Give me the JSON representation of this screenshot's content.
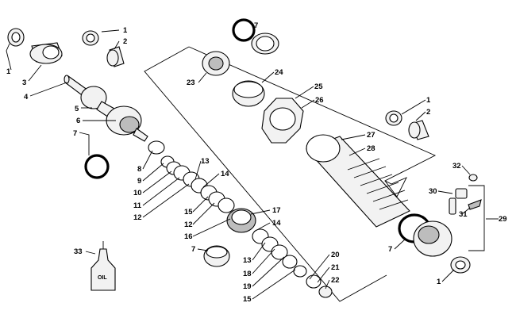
{
  "diagram": {
    "callouts": {
      "c1a": "1",
      "c1b": "1",
      "c1c": "1",
      "c1d": "1",
      "c2a": "2",
      "c2b": "2",
      "c3": "3",
      "c4": "4",
      "c5": "5",
      "c6": "6",
      "c7a": "7",
      "c7b": "7",
      "c7c": "7",
      "c7d": "7",
      "c8": "8",
      "c9": "9",
      "c10": "10",
      "c11": "11",
      "c12a": "12",
      "c12b": "12",
      "c13a": "13",
      "c13b": "13",
      "c14a": "14",
      "c14b": "14",
      "c15a": "15",
      "c15b": "15",
      "c16": "16",
      "c17": "17",
      "c18": "18",
      "c19": "19",
      "c20": "20",
      "c21": "21",
      "c22": "22",
      "c23": "23",
      "c24": "24",
      "c25": "25",
      "c26": "26",
      "c27": "27",
      "c28": "28",
      "c29": "29",
      "c30": "30",
      "c31": "31",
      "c32": "32",
      "c33": "33"
    },
    "oil_label": "OIL"
  }
}
